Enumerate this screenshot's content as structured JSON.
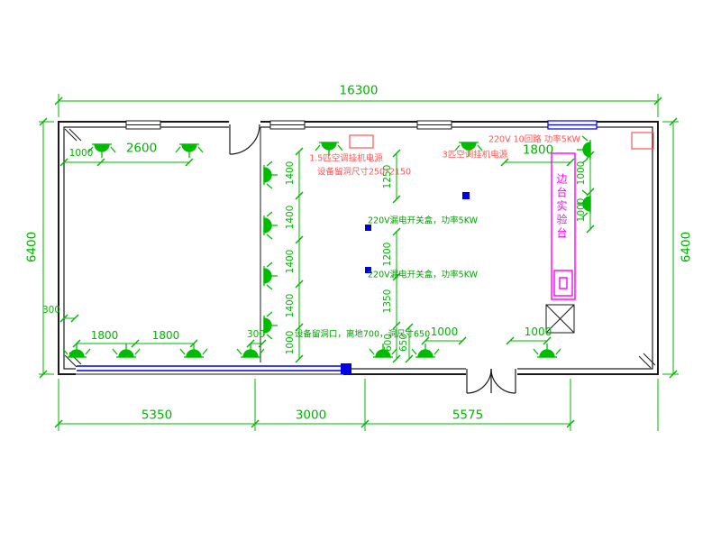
{
  "dims": {
    "overall_top": "16300",
    "left_height": "6400",
    "right_height": "6400",
    "top_inner_1000": "1000",
    "top_inner_2600": "2600",
    "top_inner_1800": "1800",
    "right_inner_1000_a": "1000",
    "right_inner_1000_b": "1000",
    "left_chain": [
      "1400",
      "1400",
      "1400",
      "1400",
      "1000"
    ],
    "mid_chain": [
      "1250",
      "1200",
      "1350",
      "600",
      "650"
    ],
    "bottom_300_left": "300",
    "bottom_1800_a": "1800",
    "bottom_1800_b": "1800",
    "bottom_300_right": "300",
    "bottom_1000_a": "1000",
    "bottom_1000_b": "1000",
    "bottom_chain": [
      "5350",
      "3000",
      "5575"
    ]
  },
  "annotations": {
    "ac_15": "1.5匹空调挂机电源",
    "hole_top": "设备留洞尺寸250*2150",
    "ac_3": "3匹空调挂机电源",
    "power_right": "220V 10回路 功率5KW",
    "breaker_1": "220V漏电开关盒，功率5KW",
    "breaker_2": "220V漏电开关盒，功率5KW",
    "hole_bottom": "设备留洞口，离地700，洞尺寸650",
    "bench": "边台实验台"
  },
  "colors": {
    "dimension_green": "#00b400",
    "annotation_red": "#ff5555",
    "annotation_green": "#00a000",
    "bench_magenta": "#ff00ff",
    "fixture_blue": "#0000e0",
    "wall_black": "#1a1a1a"
  },
  "symbols": {
    "lamp": "ceiling-lamp",
    "socket": "power-socket"
  }
}
